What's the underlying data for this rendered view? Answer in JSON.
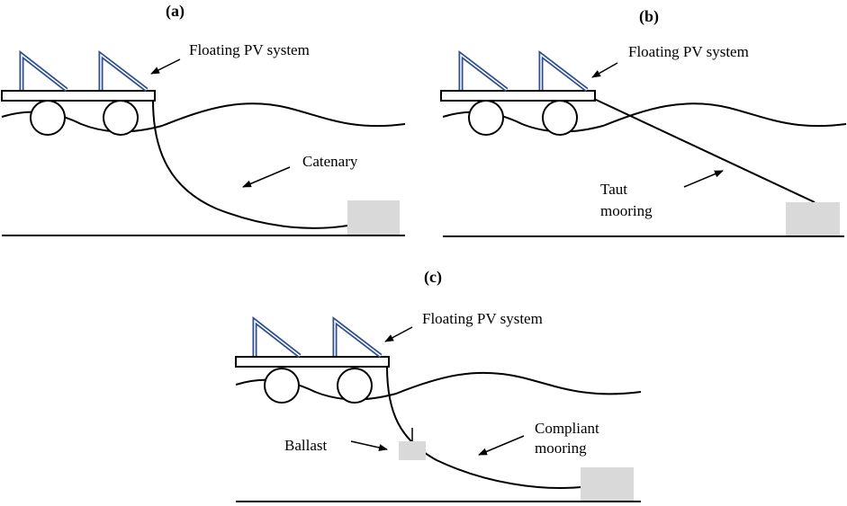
{
  "panels": {
    "a": {
      "label": "(a)",
      "system_label": "Floating PV system",
      "mooring_label": "Catenary"
    },
    "b": {
      "label": "(b)",
      "system_label": "Floating PV system",
      "mooring_label_line1": "Taut",
      "mooring_label_line2": "mooring"
    },
    "c": {
      "label": "(c)",
      "system_label": "Floating PV system",
      "ballast_label": "Ballast",
      "mooring_label_line1": "Compliant",
      "mooring_label_line2": "mooring"
    }
  },
  "colors": {
    "panel_frame": "#2f4f8f",
    "anchor_fill": "#d9d9d9",
    "line": "#000000"
  }
}
